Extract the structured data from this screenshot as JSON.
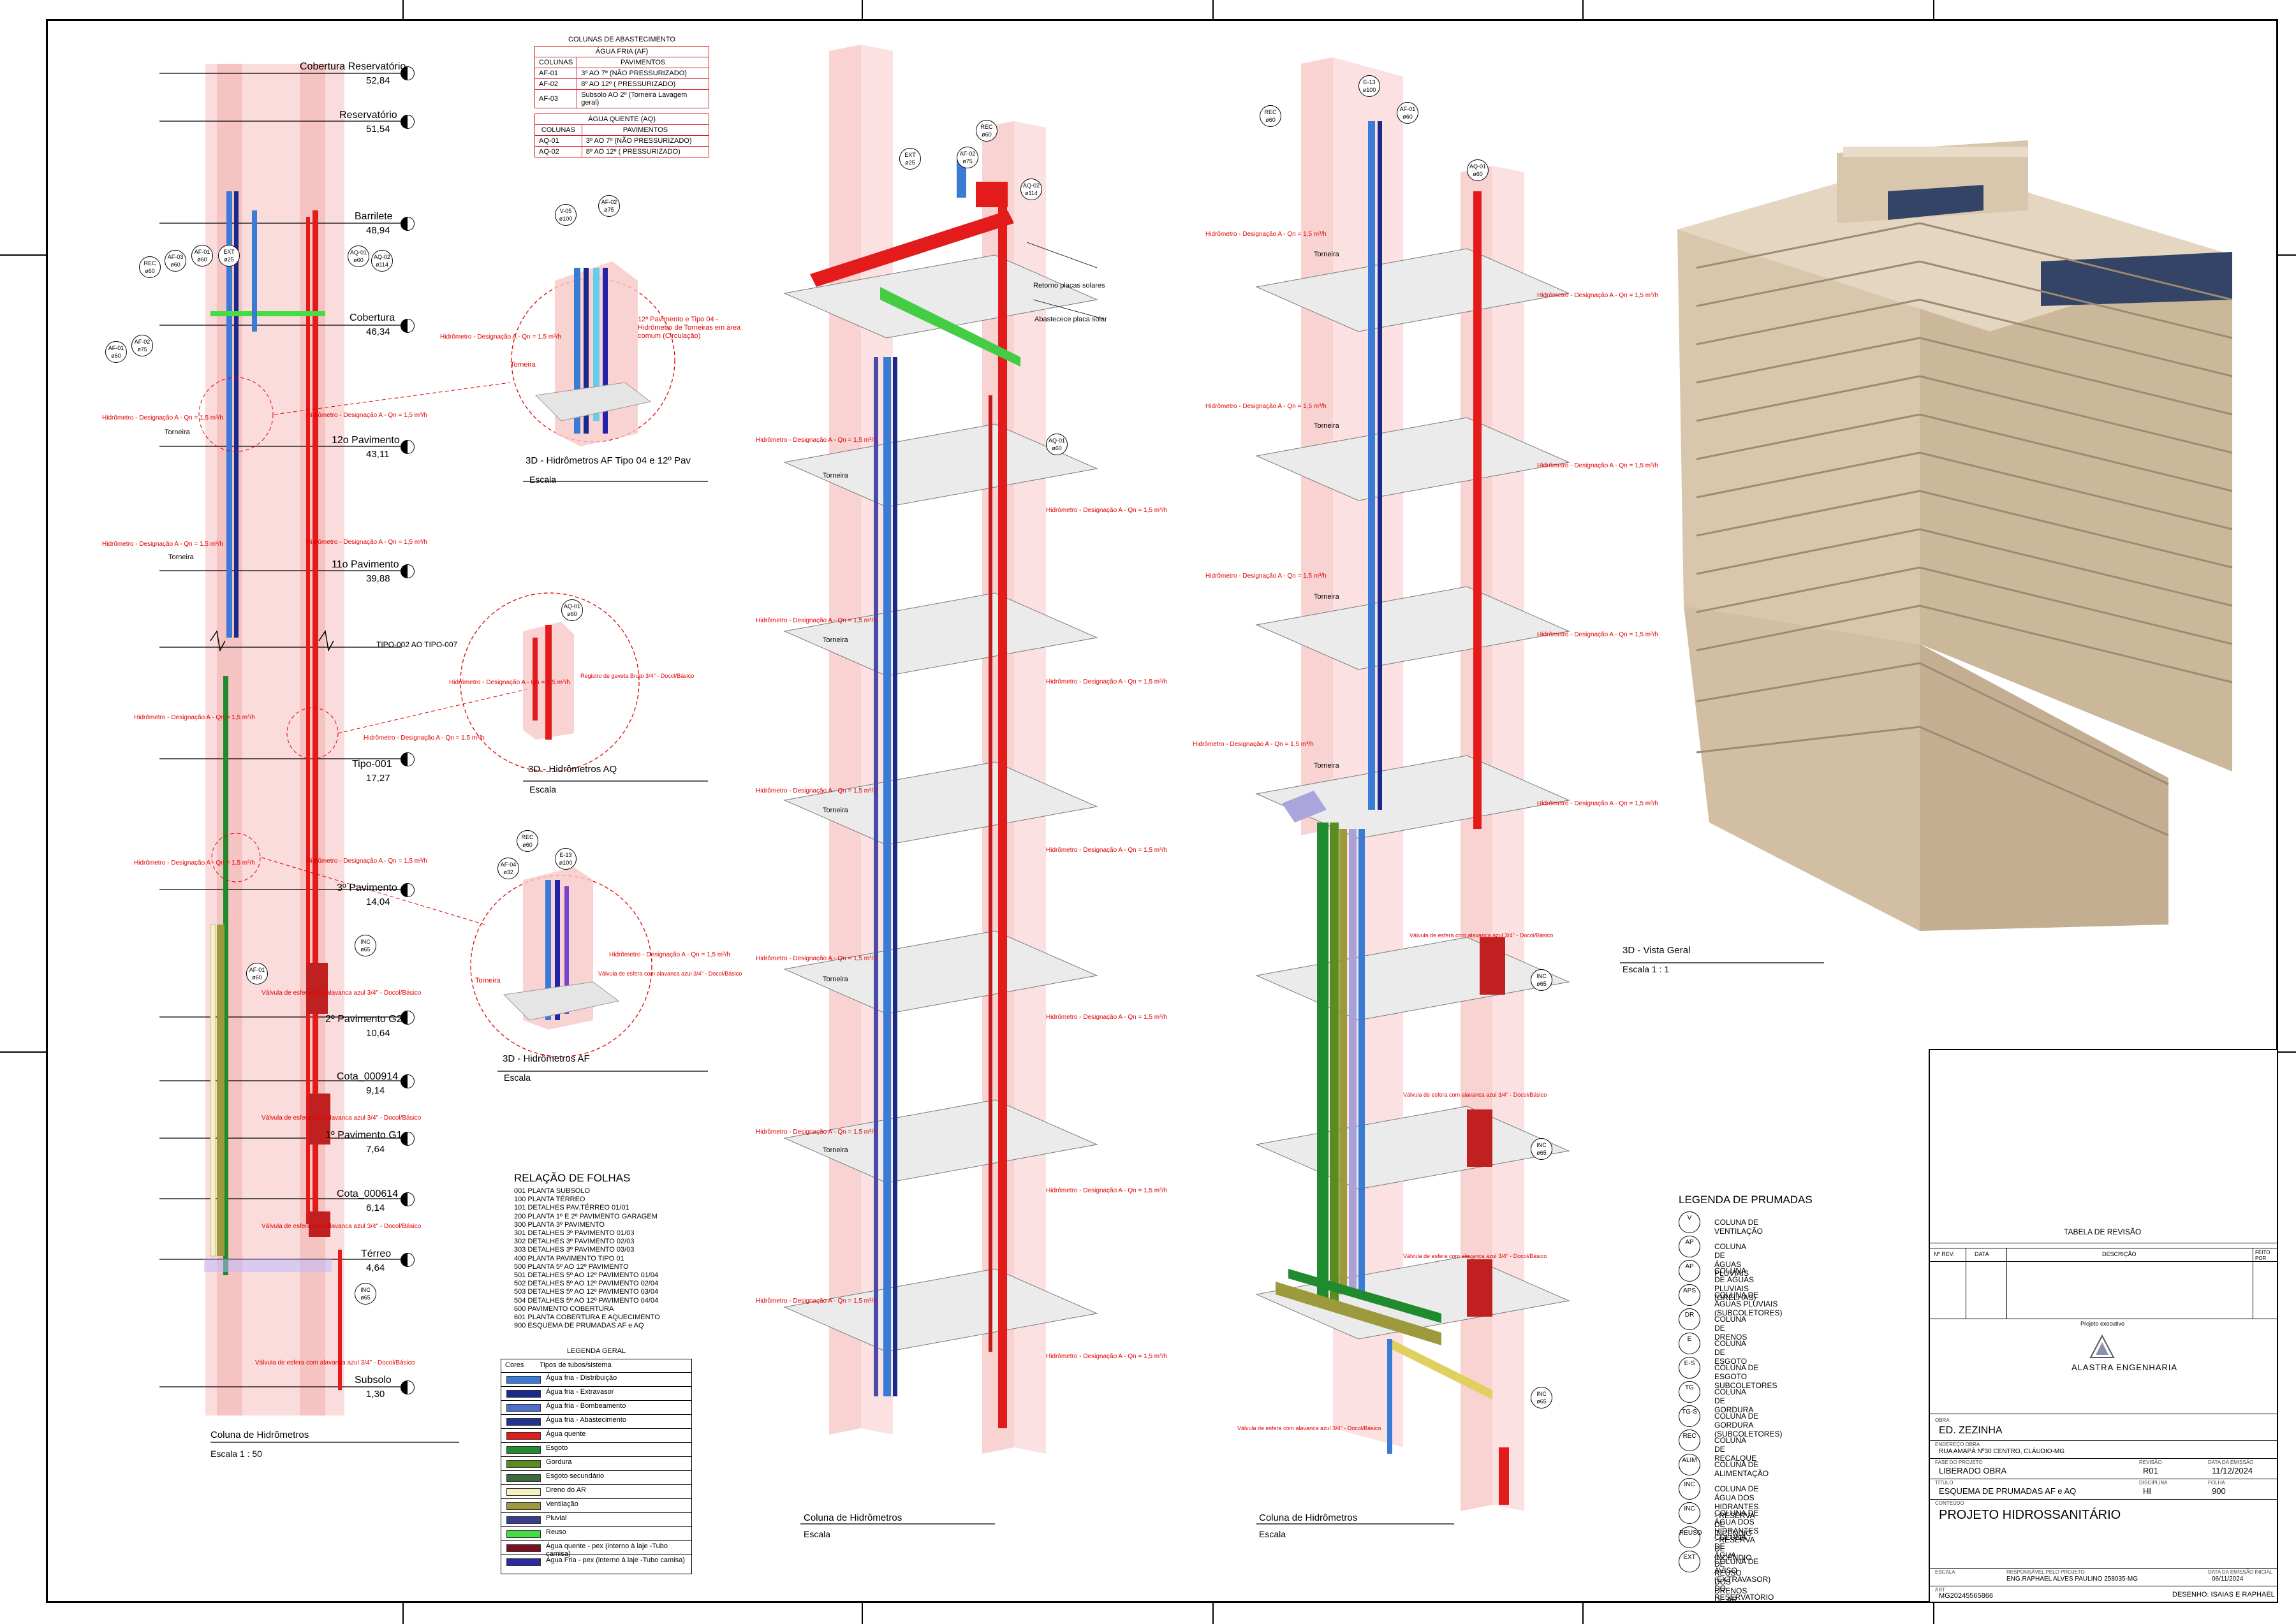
{
  "supply_table": {
    "title": "COLUNAS DE ABASTECIMENTO",
    "af_header": "ÁGUA FRIA (AF)",
    "aq_header": "ÁGUA QUENTE (AQ)",
    "col1": "COLUNAS",
    "col2": "PAVIMENTOS",
    "af_rows": [
      {
        "col": "AF-01",
        "pav": "3º AO 7º (NÃO PRESSURIZADO)"
      },
      {
        "col": "AF-02",
        "pav": "8º AO 12º ( PRESSURIZADO)"
      },
      {
        "col": "AF-03",
        "pav": "Subsolo AO 2º (Torneira Lavagem geral)"
      }
    ],
    "aq_rows": [
      {
        "col": "AQ-01",
        "pav": "3º AO 7º (NÃO PRESSURIZADO)"
      },
      {
        "col": "AQ-02",
        "pav": "8º AO 12º ( PRESSURIZADO)"
      }
    ]
  },
  "levels": [
    {
      "name": "Cobertura Reservatório",
      "value": "52,84"
    },
    {
      "name": "Reservatório",
      "value": "51,54"
    },
    {
      "name": "Barrilete",
      "value": "48,94"
    },
    {
      "name": "Cobertura",
      "value": "46,34"
    },
    {
      "name": "12o Pavimento",
      "value": "43,11"
    },
    {
      "name": "11o Pavimento",
      "value": "39,88"
    },
    {
      "name": "TIPO-002 AO TIPO-007",
      "value": ""
    },
    {
      "name": "Tipo-001",
      "value": "17,27"
    },
    {
      "name": "3º Pavimento",
      "value": "14,04"
    },
    {
      "name": "2º Pavimento G2",
      "value": "10,64"
    },
    {
      "name": "Cota_000914",
      "value": "9,14"
    },
    {
      "name": "1º Pavimento G1",
      "value": "7,64"
    },
    {
      "name": "Cota_000614",
      "value": "6,14"
    },
    {
      "name": "Térreo",
      "value": "4,64"
    },
    {
      "name": "Subsolo",
      "value": "1,30"
    }
  ],
  "annotations": {
    "hydrometer": "Hidrômetro - Designação A - Qn = 1,5 m³/h",
    "tap": "Torneira",
    "valve": "Válvula de esfera com alavanca azul 3/4\" - Docol/Básico",
    "detail_note": "12º Pavimento e Tipo 04 - Hidrômetro de Torneiras em área comum (Circulação)",
    "solar_return": "Retorno placas solares",
    "solar_supply": "Abastecece placa solar",
    "gate_valve": "Registro de gaveta Bruto 3/4\" - Docol/Básico"
  },
  "bubbles": {
    "rec60": "REC ø60",
    "af03": "AF-03 ø60",
    "ext25": "EXT ø25",
    "af01": "AF-01 ø60",
    "af02": "AF-02 ø75",
    "aq01": "AQ-01 ø60",
    "aq02": "AQ-02 ø114",
    "v100": "V-05 ø100",
    "inc65": "INC ø65",
    "e13": "E-13 ø100",
    "af04": "AF-04 ø32"
  },
  "views": [
    {
      "title": "Coluna de Hidrômetros",
      "scale": "Escala   1 : 50"
    },
    {
      "title": "3D - Hidrômetros AF Tipo 04 e 12º Pav",
      "scale": "Escala"
    },
    {
      "title": "3D - Hidrômetros AQ",
      "scale": "Escala"
    },
    {
      "title": "3D - Hidrômetros AF",
      "scale": "Escala"
    },
    {
      "title": "Coluna de Hidrômetros",
      "scale": "Escala"
    },
    {
      "title": "Coluna de Hidrômetros",
      "scale": "Escala"
    },
    {
      "title": "3D - Vista Geral",
      "scale": "Escala   1 : 1"
    }
  ],
  "sheets": {
    "title": "RELAÇÃO DE FOLHAS",
    "items": [
      "001 PLANTA SUBSOLO",
      "100 PLANTA TÉRREO",
      "101 DETALHES PAV.TÉRREO 01/01",
      "200 PLANTA 1º E 2º PAVIMENTO GARAGEM",
      "300 PLANTA 3º PAVIMENTO",
      "301 DETALHES 3º PAVIMENTO 01/03",
      "302 DETALHES 3º PAVIMENTO 02/03",
      "303 DETALHES 3º PAVIMENTO 03/03",
      "400 PLANTA PAVIMENTO TIPO 01",
      "500 PLANTA 5º AO 12º PAVIMENTO",
      "501 DETALHES 5º AO 12º PAVIMENTO 01/04",
      "502 DETALHES 5º AO 12º PAVIMENTO 02/04",
      "503 DETALHES 5º AO 12º PAVIMENTO 03/04",
      "504 DETALHES 5º AO 12º PAVIMENTO 04/04",
      "600 PAVIMENTO COBERTURA",
      "601 PLANTA COBERTURA E AQUECIMENTO",
      "900 ESQUEMA DE PRUMADAS AF e AQ"
    ]
  },
  "legend_geral": {
    "title": "LEGENDA GERAL",
    "col1": "Cores",
    "col2": "Tipos de tubos/sistema",
    "items": [
      {
        "label": "Água fria - Distribuição",
        "color": "#3a7bd5"
      },
      {
        "label": "Água fria - Extravasor",
        "color": "#1b2a8a"
      },
      {
        "label": "Água fria - Bombeamento",
        "color": "#4f6fcf"
      },
      {
        "label": "Água fria - Abastecimento",
        "color": "#22348f"
      },
      {
        "label": "Água quente",
        "color": "#e31b1b"
      },
      {
        "label": "Esgoto",
        "color": "#1f8a2e"
      },
      {
        "label": "Gordura",
        "color": "#5a8c1f"
      },
      {
        "label": "Esgoto secundário",
        "color": "#3d6b3d"
      },
      {
        "label": "Dreno do AR",
        "color": "#f4f0c0"
      },
      {
        "label": "Ventilação",
        "color": "#9c9a3c"
      },
      {
        "label": "Pluvial",
        "color": "#3c3c8c"
      },
      {
        "label": "Reuso",
        "color": "#44dd44"
      },
      {
        "label": "Água quente - pex (interno à laje -Tubo camisa)",
        "color": "#7a1020"
      },
      {
        "label": "Água Fria - pex (interno à laje -Tubo camisa)",
        "color": "#2a2a9c"
      }
    ]
  },
  "legend_prumadas": {
    "title": "LEGENDA DE PRUMADAS",
    "items": [
      {
        "code": "V",
        "label": "COLUNA DE VENTILAÇÃO"
      },
      {
        "code": "AP",
        "label": "COLUNA DE ÁGUAS PLUVIAIS"
      },
      {
        "code": "AP",
        "label": "COLUNA DE ÁGUAS PLUVIAIS (GRELHAS)"
      },
      {
        "code": "APS",
        "label": "COLUNA DE ÁGUAS PLUVIAIS (SUBCOLETORES)"
      },
      {
        "code": "DR",
        "label": "COLUNA DE DRENOS"
      },
      {
        "code": "E",
        "label": "COLUNA DE ESGOTO"
      },
      {
        "code": "E-S",
        "label": "COLUNA DE ESGOTO SUBCOLETORES"
      },
      {
        "code": "TG",
        "label": "COLUNA DE GORDURA"
      },
      {
        "code": "TG-S",
        "label": "COLUNA DE GORDURA (SUBCOLETORES)"
      },
      {
        "code": "REC",
        "label": "COLUNA DE RECALQUE"
      },
      {
        "code": "ALIM",
        "label": "COLUNA DE ALIMENTAÇÃO"
      },
      {
        "code": "INC",
        "label": "COLUNA DE ÁGUA DOS HIDRANTES - RESERVA DE INCÊNDIO"
      },
      {
        "code": "INC",
        "label": "COLUNA DE ÁGUA DOS HIDRANTES - RESERVA DE INCÊNDIO"
      },
      {
        "code": "REUSO",
        "label": "COLUNA DE ÁGUA DE REUSO DOS DRENOS DE AR"
      },
      {
        "code": "EXT",
        "label": "COLUNA DE AVISO (EXTRAVASOR) DO RESERVATÓRIO"
      }
    ]
  },
  "title_block": {
    "revision_title": "TABELA DE REVISÃO",
    "rev_cols": [
      "Nº REV.",
      "DATA",
      "DESCRIÇÃO",
      "FEITO POR"
    ],
    "project_label": "Projeto executivo",
    "company": "ALASTRA ENGENHARIA",
    "obra_label": "OBRA",
    "obra": "ED. ZEZINHA",
    "endereco_label": "ENDEREÇO OBRA",
    "endereco": "RUA AMAPÁ Nº30 CENTRO, CLÁUDIO-MG",
    "fase_label": "FASE DO PROJETO",
    "fase": "LIBERADO OBRA",
    "revisao_label": "REVISÃO",
    "revisao": "R01",
    "data_label": "DATA DA EMISSÃO",
    "data": "11/12/2024",
    "titulo_label": "TÍTULO",
    "titulo": "ESQUEMA DE PRUMADAS AF e AQ",
    "disciplina_label": "DISCIPLINA",
    "disciplina": "HI",
    "folha_label": "FOLHA",
    "folha": "900",
    "conteudo_label": "CONTEÚDO",
    "conteudo": "PROJETO HIDROSSANITÁRIO",
    "escala_label": "ESCALA",
    "responsavel_label": "RESPONSÁVEL PELO PROJETO",
    "responsavel": "ENG.RAPHAEL ALVES PAULINO 258035-MG",
    "data_inicial_label": "DATA DA EMISSÃO INICIAL",
    "data_inicial": "06/11/2024",
    "art_label": "ART",
    "art": "MG20245565866",
    "desenho": "DESENHO: ISAIAS E RAPHAEL"
  },
  "colors": {
    "cold_water": "#3a7bd5",
    "hot_water": "#e31b1b",
    "sewage": "#1f8a2e",
    "shaft": "#f7c7c7",
    "slab": "#e8e8e8",
    "building": "#d8c6ad"
  }
}
